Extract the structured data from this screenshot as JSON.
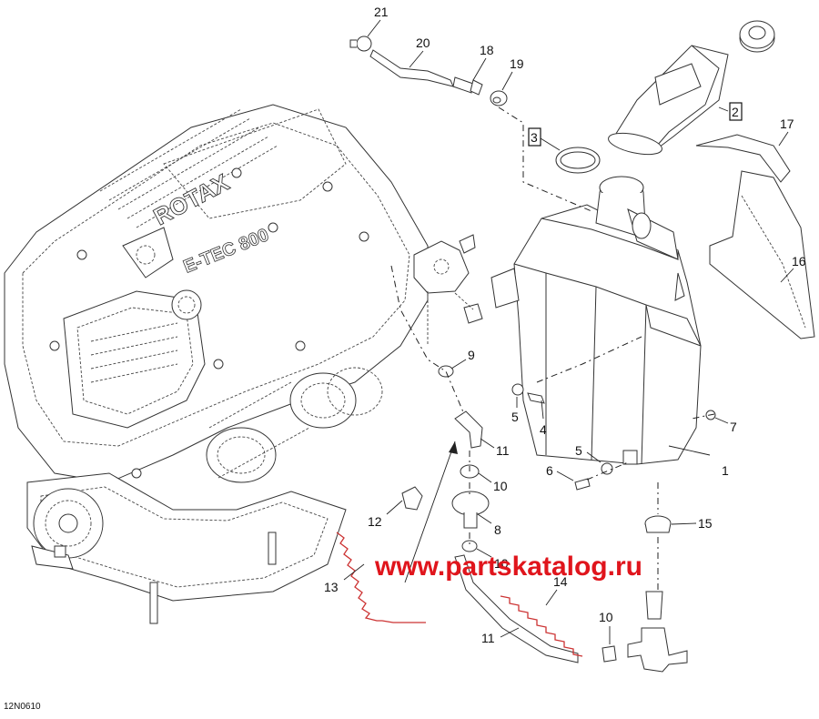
{
  "diagram": {
    "figure_id": "12N0610",
    "watermark": "www.partskatalog.ru",
    "brand_text": "ROTAX",
    "model_text": "E-TEC 800",
    "callouts": {
      "c1": "1",
      "c2": "2",
      "c3": "3",
      "c4": "4",
      "c5a": "5",
      "c5b": "5",
      "c6": "6",
      "c7": "7",
      "c8": "8",
      "c9": "9",
      "c10a": "10",
      "c10b": "10",
      "c10c": "10",
      "c11a": "11",
      "c11b": "11",
      "c12": "12",
      "c13": "13",
      "c14": "14",
      "c15": "15",
      "c16": "16",
      "c17": "17",
      "c18": "18",
      "c19": "19",
      "c20": "20",
      "c21": "21"
    },
    "colors": {
      "line": "#333333",
      "watermark": "#e0151c",
      "spring": "#cc3333",
      "background": "#ffffff"
    }
  }
}
